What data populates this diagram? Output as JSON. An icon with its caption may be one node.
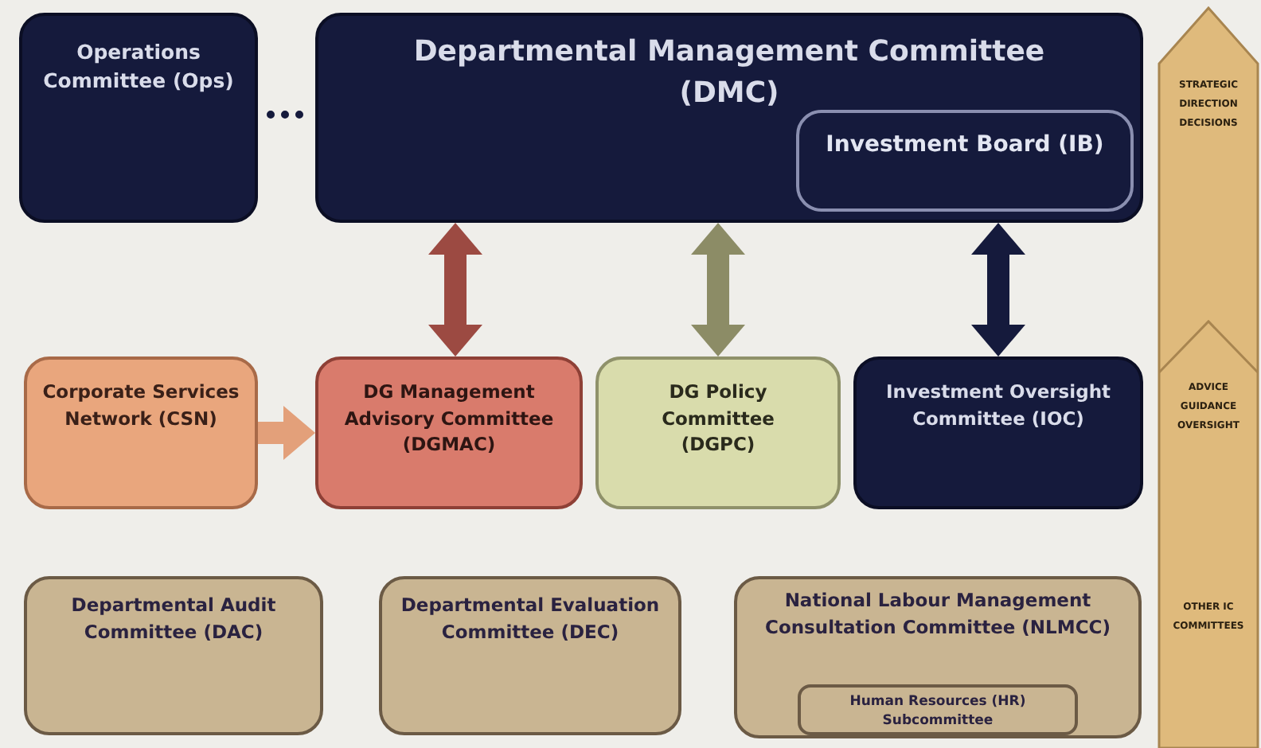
{
  "diagram": {
    "nodes": [
      {
        "text": [
          "Operations Committee (Ops)"
        ]
      },
      {
        "text": [
          "Departmental Management Committee (DMC)"
        ]
      },
      {
        "text": [
          "Investment Board (IB)"
        ],
        "in": 1
      },
      {
        "text": [
          "Corporate Services Network (CSN)"
        ]
      },
      {
        "text": [
          "DG Management Advisory Committee (DGMAC)"
        ]
      },
      {
        "text": [
          "DG Policy Committee (DGPC)"
        ]
      },
      {
        "text": [
          "Investment Oversight Committee (IOC)"
        ]
      },
      {
        "text": [
          "Departmental Audit Committee (DAC)"
        ]
      },
      {
        "text": [
          "Departmental Evaluation Committee (DEC)"
        ]
      },
      {
        "text": [
          "National Labour Management Consultation Committee (NLMCC)"
        ]
      },
      {
        "text": [
          "Human Resources (HR) Subcommittee"
        ],
        "in": 9
      },
      {
        "text": [
          "STRATEGIC DIRECTION DECISIONS",
          "ADVICE GUIDANCE OVERSIGHT",
          "OTHER IC COMMITTEES"
        ]
      }
    ],
    "edges": [
      {
        "from": 0,
        "to": 1,
        "arrow": "none",
        "style": "dashed"
      },
      {
        "from": 4,
        "to": 1,
        "arrow": "both",
        "color": "#9c4a42"
      },
      {
        "from": 5,
        "to": 1,
        "arrow": "both",
        "color": "#8c8c66"
      },
      {
        "from": 6,
        "to": 1,
        "arrow": "both"
      },
      {
        "from": 3,
        "to": 4,
        "arrow": "to",
        "color": "#e3a07a"
      }
    ]
  }
}
